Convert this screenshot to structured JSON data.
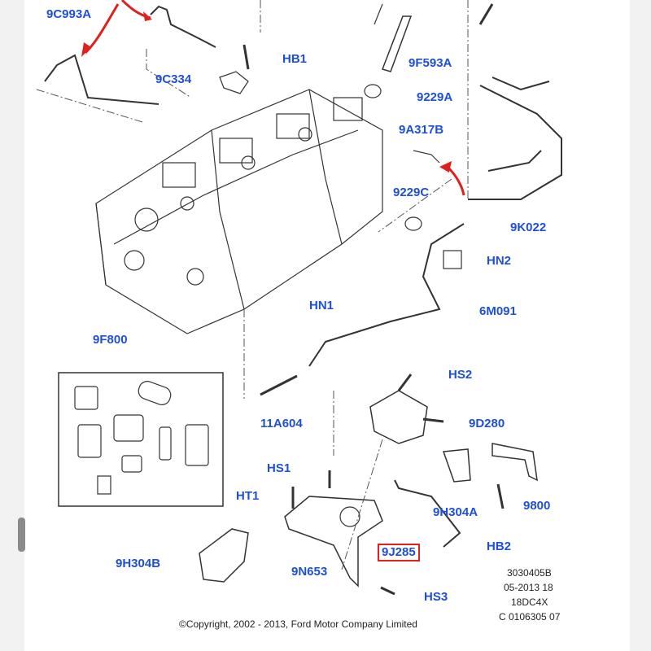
{
  "labels": {
    "p9c993a": "9C993A",
    "hb1": "HB1",
    "p9c334": "9C334",
    "p9f593a": "9F593A",
    "p9229a": "9229A",
    "p9a317b": "9A317B",
    "p9229c": "9229C",
    "p9k022": "9K022",
    "hn2": "HN2",
    "hn1": "HN1",
    "p6m091": "6M091",
    "p9f800": "9F800",
    "hs2": "HS2",
    "p9d280": "9D280",
    "p11a604": "11A604",
    "hs1": "HS1",
    "ht1": "HT1",
    "p9h304a": "9H304A",
    "p9800": "9800",
    "hb2": "HB2",
    "p9j285": "9J285",
    "p9h304b": "9H304B",
    "p9n653": "9N653",
    "hs3": "HS3"
  },
  "selected_part": "9J285",
  "reference": {
    "line1": "3030405B",
    "line2": "05-2013 18",
    "line3": "18DC4X",
    "line4": "C 0106305 07"
  },
  "copyright": "©Copyright, 2002 - 2013, Ford Motor Company Limited",
  "colors": {
    "label": "#1e4fd8",
    "highlight_box": "#e0201c",
    "arrow": "#e0201c",
    "line_art": "#333333"
  }
}
